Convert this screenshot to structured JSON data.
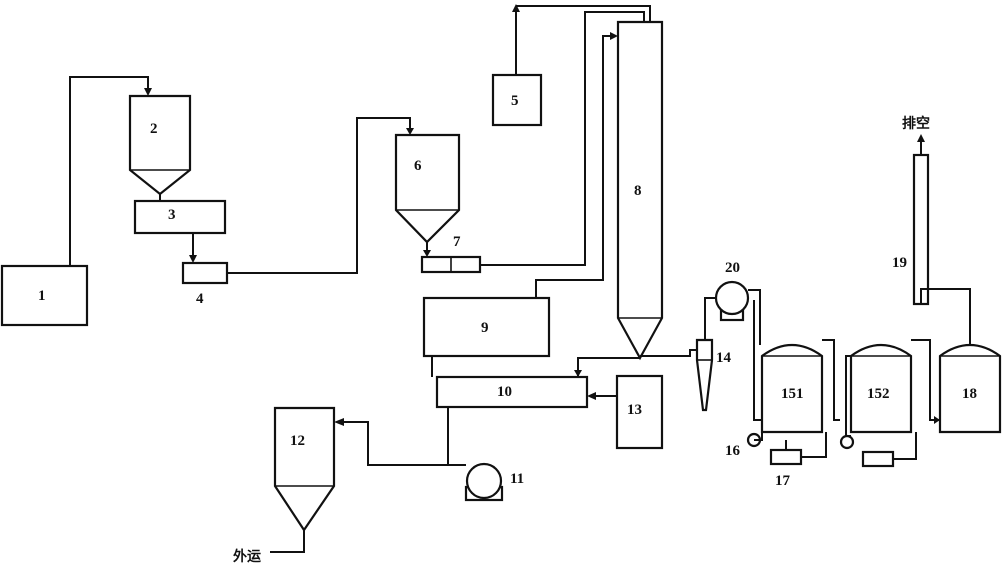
{
  "labels": {
    "n1": "1",
    "n2": "2",
    "n3": "3",
    "n4": "4",
    "n5": "5",
    "n6": "6",
    "n7": "7",
    "n8": "8",
    "n9": "9",
    "n10": "10",
    "n11": "11",
    "n12": "12",
    "n13": "13",
    "n14": "14",
    "n151": "151",
    "n152": "152",
    "n16": "16",
    "n17": "17",
    "n18": "18",
    "n19": "19",
    "n20": "20"
  },
  "annotations": {
    "vent": "排空",
    "ship_out": "外运"
  }
}
